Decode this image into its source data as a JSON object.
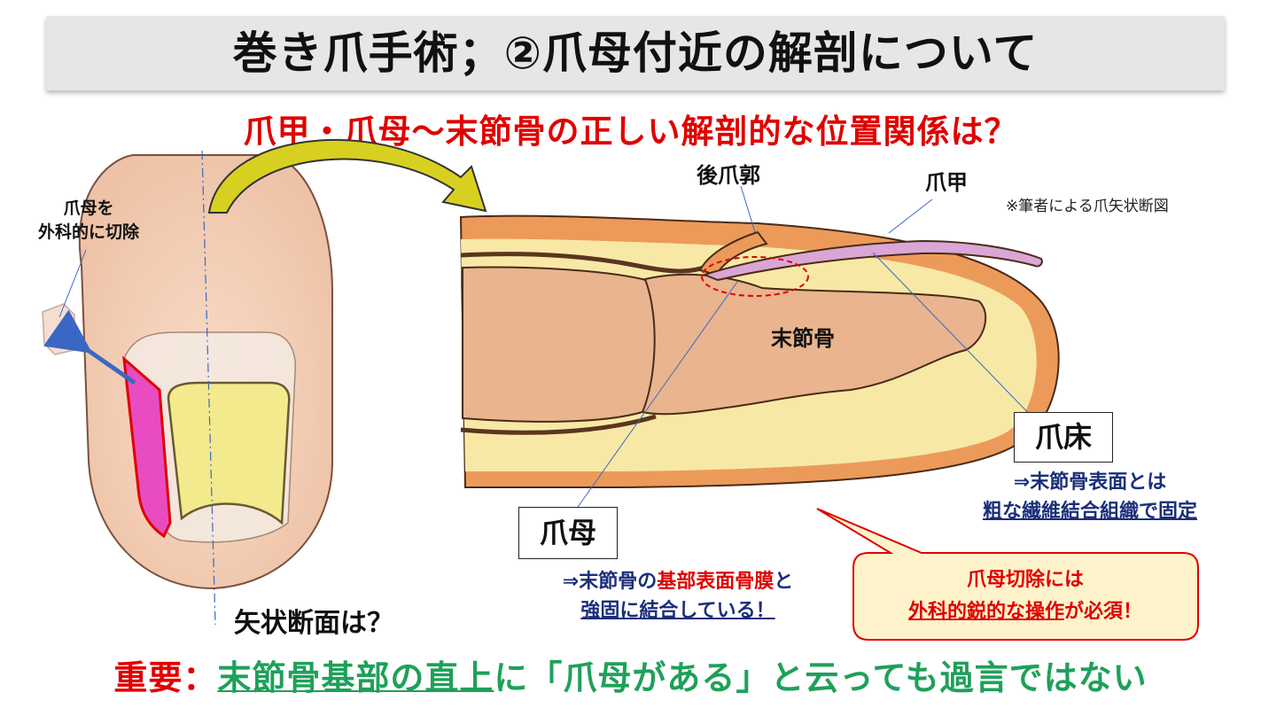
{
  "title": "巻き爪手術；②爪母付近の解剖について",
  "subtitle": "爪甲・爪母〜末節骨の正しい解剖的な位置関係は？",
  "labels": {
    "matrix_excision_l1": "爪母を",
    "matrix_excision_l2": "外科的に切除",
    "sagittal": "矢状断面は？",
    "posterior_fold": "後爪郭",
    "nail_plate": "爪甲",
    "author_note": "※筆者による爪矢状断図",
    "distal_phalanx": "末節骨"
  },
  "boxes": {
    "nail_bed": "爪床",
    "nail_matrix": "爪母"
  },
  "nail_bed_desc": {
    "line1": "⇒末節骨表面とは",
    "line2": "粗な繊維結合組織で固定"
  },
  "nail_matrix_desc": {
    "pre": "⇒末節骨の",
    "highlight": "基部表面骨膜",
    "post": "と",
    "line2": "強固に結合している！"
  },
  "callout": {
    "line1": "爪母切除には",
    "line2_u": "外科的鋭的な操作",
    "line2_rest": "が必須！"
  },
  "bottom": {
    "part1": "重要：",
    "part2": "末節骨基部の直上",
    "part3": "に「爪母がある」と云っても過言ではない"
  },
  "colors": {
    "title_bg": "#e6e6e6",
    "red": "#e00000",
    "navy": "#1a2e7a",
    "green": "#1fa05a",
    "skin": "#f2c19a",
    "fat": "#f7e9a5",
    "nail_plate": "#d9a6d6",
    "bone": "#e9b48e",
    "matrix": "#e94cc0"
  }
}
